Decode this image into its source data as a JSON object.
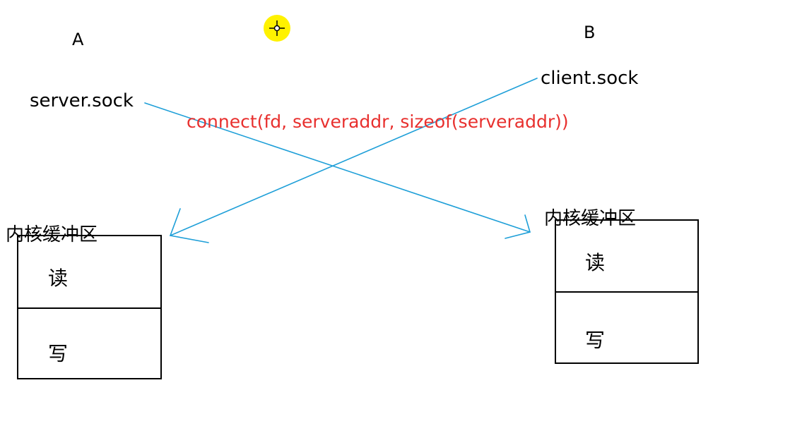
{
  "nodes": {
    "left": {
      "letter": "A",
      "socket": "server.sock"
    },
    "right": {
      "letter": "B",
      "socket": "client.sock"
    }
  },
  "connect_call": "connect(fd, serveraddr, sizeof(serveraddr))",
  "buffers": {
    "left": {
      "title": "内核缓冲区",
      "read": "读",
      "write": "写"
    },
    "right": {
      "title": "内核缓冲区",
      "read": "读",
      "write": "写"
    }
  },
  "colors": {
    "arrow": "#1e9fd8",
    "call_text": "#e8302e",
    "cursor_fill": "#fff200",
    "text": "#000000"
  },
  "icons": {
    "cursor": "crosshair-cursor-icon"
  }
}
